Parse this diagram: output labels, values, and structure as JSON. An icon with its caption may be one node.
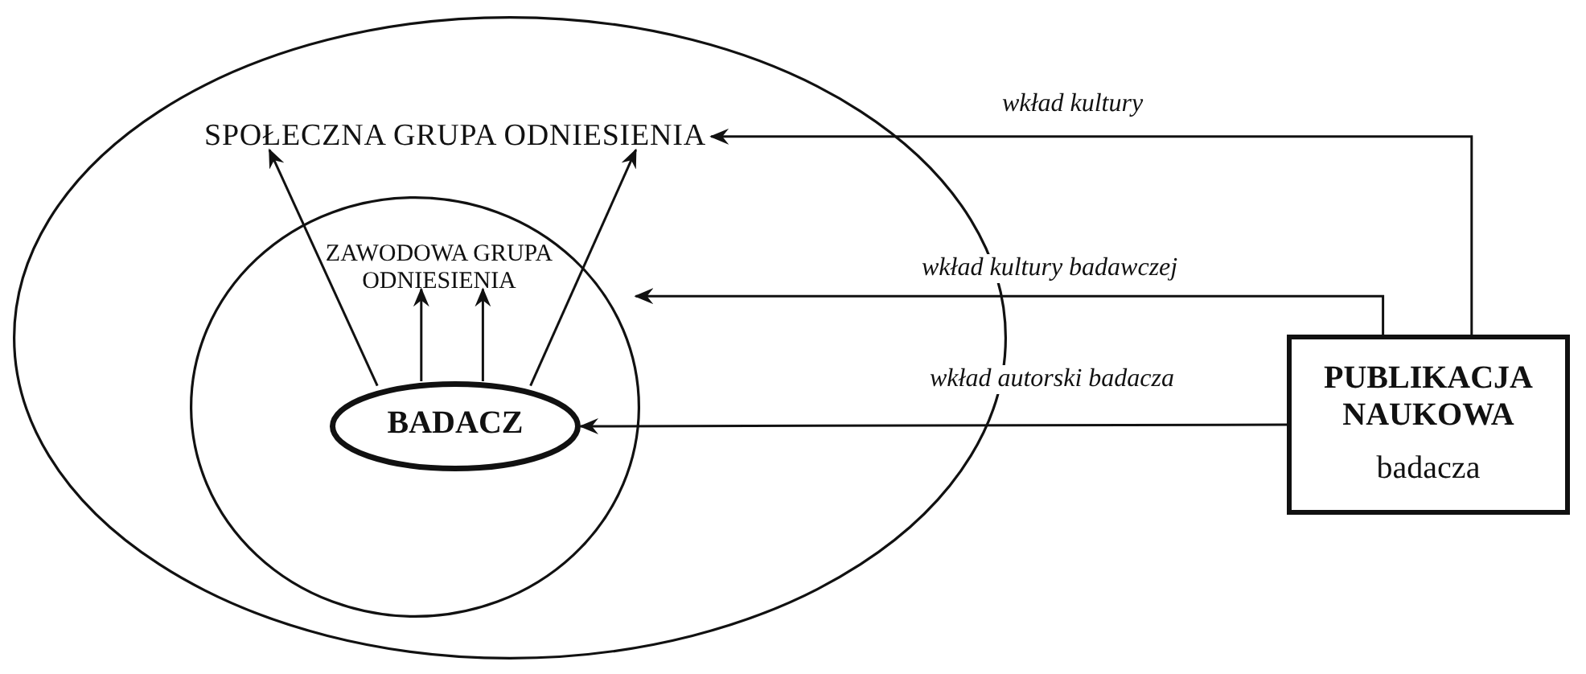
{
  "diagram": {
    "nodes": [
      {
        "text": [
          "SPOŁECZNA GRUPA ODNIESIENIA"
        ]
      },
      {
        "text": [
          "ZAWODOWA GRUPA ODNIESIENIA"
        ],
        "in": 0
      },
      {
        "text": [
          "BADACZ"
        ],
        "in": 1
      },
      {
        "text": [
          "PUBLIKACJA NAUKOWA",
          "badacza"
        ]
      }
    ],
    "edges": [
      {
        "from": 2,
        "to": 0,
        "arrow": "to"
      },
      {
        "from": 2,
        "to": 1,
        "arrow": "to"
      },
      {
        "from": 2,
        "to": 1,
        "arrow": "to"
      },
      {
        "from": 2,
        "to": 0,
        "arrow": "to"
      },
      {
        "from": 3,
        "to": 0,
        "arrow": "to",
        "label": "wkład kultury"
      },
      {
        "from": 3,
        "to": 1,
        "arrow": "to",
        "label": "wkład kultury badawczej"
      },
      {
        "from": 3,
        "to": 2,
        "arrow": "to",
        "label": "wkład autorski badacza"
      }
    ]
  }
}
